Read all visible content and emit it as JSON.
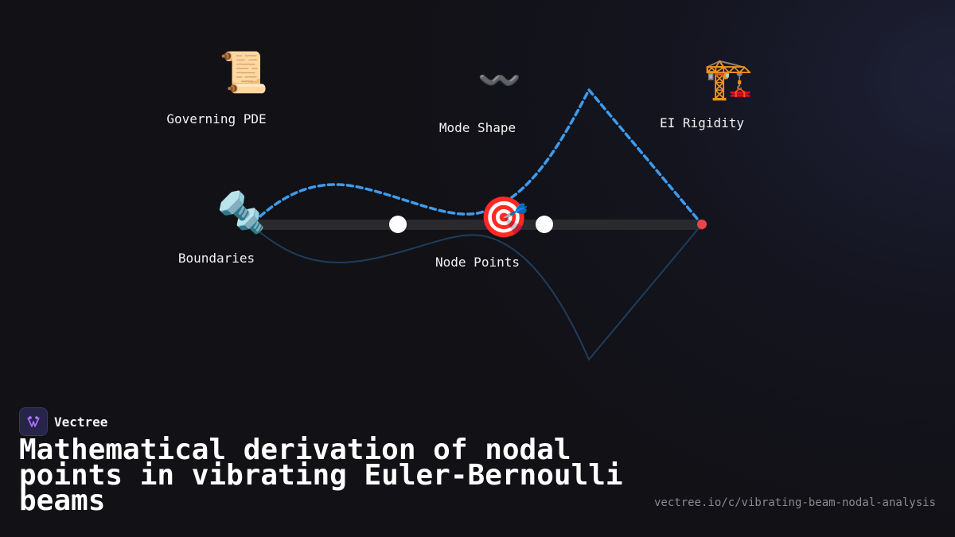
{
  "brand": {
    "name": "Vectree"
  },
  "title": "Mathematical derivation of nodal points in vibrating Euler-Bernoulli beams",
  "url": "vectree.io/c/vibrating-beam-nodal-analysis",
  "nodes": {
    "governing_pde": {
      "label": "Governing PDE",
      "icon": "scroll-icon",
      "glyph": "📜"
    },
    "mode_shape": {
      "label": "Mode Shape",
      "icon": "wave-icon",
      "glyph": "〰️"
    },
    "ei_rigidity": {
      "label": "EI Rigidity",
      "icon": "crane-icon",
      "glyph": "🏗️"
    },
    "boundaries": {
      "label": "Boundaries",
      "icon": "nut-and-bolt-icon",
      "glyph": "🔩"
    },
    "node_points": {
      "label": "Node Points",
      "icon": "target-icon",
      "glyph": "🎯"
    }
  },
  "colors": {
    "background": "#111116",
    "beam": "#2a2a2e",
    "mode_curve": "#3b9cf0",
    "mirror_curve": "#1f3d5c",
    "nodal_point": "#ffffff",
    "free_end": "#ef4444"
  }
}
